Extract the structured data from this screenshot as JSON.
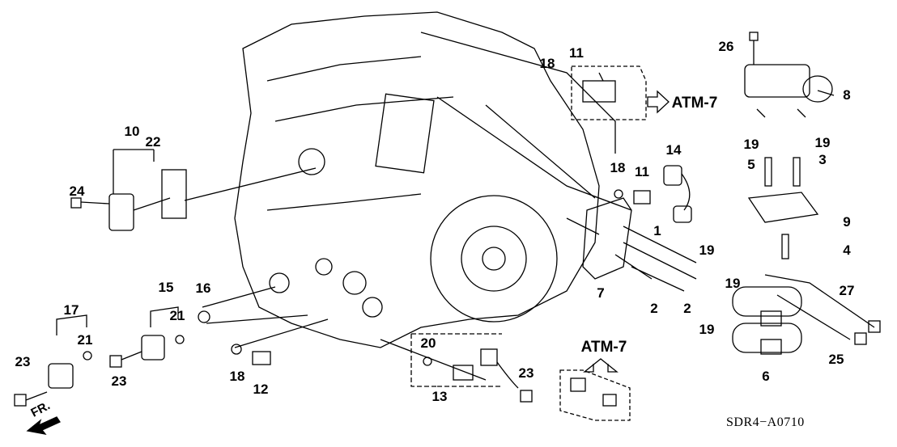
{
  "diagram_code": "SDR4−A0710",
  "direction_label": "FR.",
  "reference_labels": [
    "ATM-7",
    "ATM-7"
  ],
  "part_callouts": [
    "26",
    "8",
    "18",
    "11",
    "10",
    "22",
    "24",
    "19",
    "19",
    "5",
    "3",
    "9",
    "4",
    "14",
    "18",
    "11",
    "1",
    "7",
    "2",
    "2",
    "19",
    "19",
    "19",
    "27",
    "25",
    "6",
    "15",
    "16",
    "17",
    "21",
    "21",
    "23",
    "23",
    "18",
    "12",
    "20",
    "13",
    "23"
  ],
  "colors": {
    "line": "#000000",
    "background": "#ffffff"
  }
}
